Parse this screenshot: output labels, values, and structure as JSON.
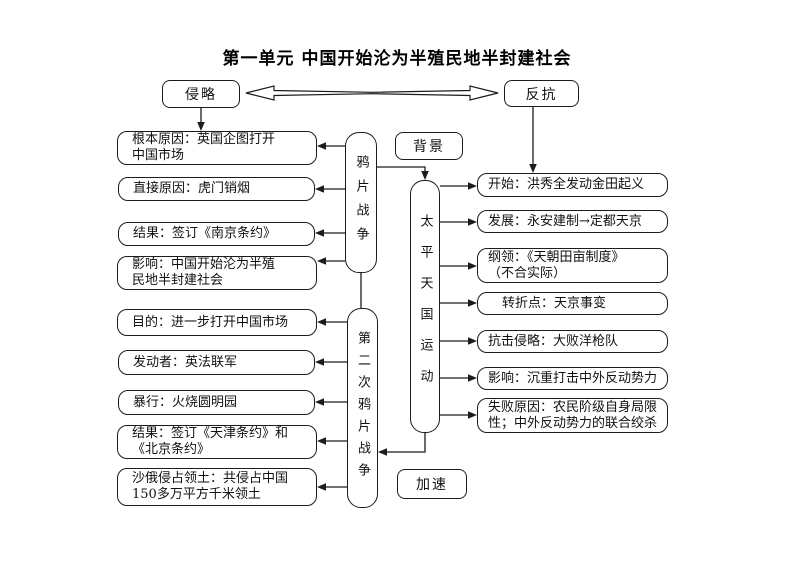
{
  "title": "第一单元 中国开始沦为半殖民地半封建社会",
  "top_nodes": {
    "invasion": "侵略",
    "resistance": "反抗"
  },
  "labels": {
    "background": "背景",
    "accelerate": "加速"
  },
  "opium_war": {
    "label": "鸦片战争",
    "items": [
      "根本原因：英国企图打开\n中国市场",
      "直接原因：虎门销烟",
      "结果：签订《南京条约》",
      "影响：中国开始沦为半殖\n民地半封建社会"
    ]
  },
  "second_opium_war": {
    "label": "第二次鸦片战争",
    "items": [
      "目的：进一步打开中国市场",
      "发动者：英法联军",
      "暴行：火烧圆明园",
      "结果：签订《天津条约》和\n《北京条约》",
      "沙俄侵占领土：共侵占中国\n150多万平方千米领土"
    ]
  },
  "taiping": {
    "label": "太平天国运动",
    "items": [
      "开始：洪秀全发动金田起义",
      "发展：永安建制→定都天京",
      "纲领：《天朝田亩制度》\n（不合实际）",
      "转折点：天京事变",
      "抗击侵略：大败洋枪队",
      "影响：沉重打击中外反动势力",
      "失败原因：农民阶级自身局限\n性；中外反动势力的联合绞杀"
    ]
  }
}
